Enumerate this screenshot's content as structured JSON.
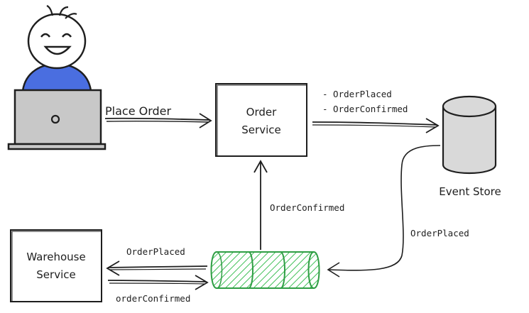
{
  "colors": {
    "ink": "#1e1e1e",
    "person_shirt": "#4a6ee0",
    "laptop_fill": "#c8c8c8",
    "queue_stroke": "#2f9e44",
    "queue_hatch": "#40c057",
    "store_fill": "#d9d9d9"
  },
  "icons": {
    "person": "smiling-person-icon",
    "laptop": "laptop-icon",
    "database": "database-cylinder-icon",
    "queue": "message-queue-cylinder-icon"
  },
  "labels": {
    "place_order": "Place Order",
    "order_service_line1": "Order",
    "order_service_line2": "Service",
    "event_line1": "- OrderPlaced",
    "event_line2": "- OrderConfirmed",
    "event_store": "Event Store",
    "order_confirmed_up": "OrderConfirmed",
    "order_placed_store": "OrderPlaced",
    "warehouse_line1": "Warehouse",
    "warehouse_line2": "Service",
    "order_placed_to_warehouse": "OrderPlaced",
    "order_confirmed_from_warehouse": "orderConfirmed"
  }
}
